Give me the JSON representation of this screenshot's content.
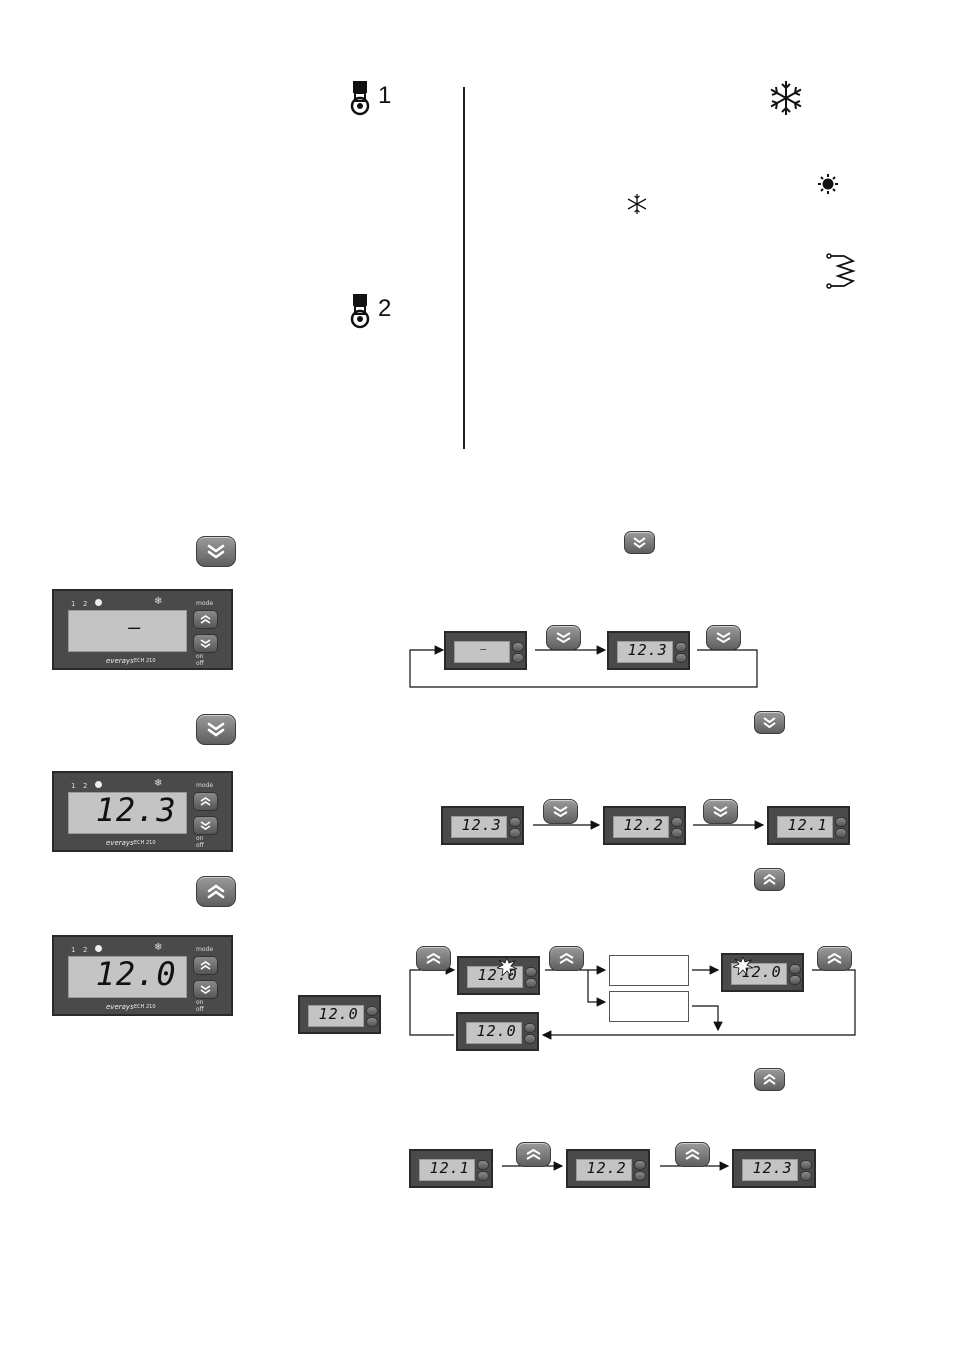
{
  "probes": {
    "probe1_label": "1",
    "probe2_label": "2"
  },
  "panel": {
    "ind1": "1",
    "ind2": "2",
    "mode_label": "mode",
    "on_label": "on",
    "off_label": "off",
    "brand": "everays",
    "model": "ECH 210"
  },
  "displays": {
    "big1": "—",
    "big2": "12.3",
    "big3": "12.0",
    "row1_a": "—",
    "row1_b": "12.3",
    "row2_a": "12.3",
    "row2_b": "12.2",
    "row2_c": "12.1",
    "row3_left": "12.0",
    "row3_a": "12.0",
    "row3_b": "12.0",
    "row3_c": "12.0",
    "row4_a": "12.1",
    "row4_b": "12.2",
    "row4_c": "12.3"
  },
  "icons": {
    "probe": "probe-thermometer-icon",
    "snow_large": "snowflake-icon",
    "sun": "sun-icon",
    "snow_small": "snowflake-icon",
    "heater": "heater-resistor-icon",
    "down": "double-chevron-down-icon",
    "up": "double-chevron-up-icon"
  },
  "colors": {
    "panel": "#4a4a4a",
    "lcd": "#c4c4c4",
    "button": "#7a7a7a",
    "line": "#111111"
  }
}
